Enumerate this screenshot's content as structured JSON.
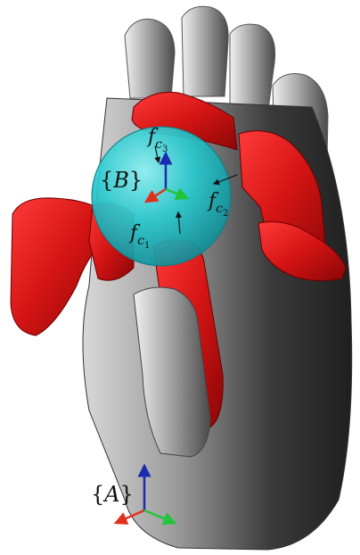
{
  "frames": {
    "object": {
      "label_open": "{",
      "symbol": "B",
      "label_close": "}"
    },
    "base": {
      "label_open": "{",
      "symbol": "A",
      "label_close": "}"
    }
  },
  "forces": {
    "c1": {
      "symbol": "f",
      "sub": "c",
      "subsub": "1"
    },
    "c2": {
      "symbol": "f",
      "sub": "c",
      "subsub": "2"
    },
    "c3": {
      "symbol": "f",
      "sub": "c",
      "subsub": "3"
    }
  },
  "colors": {
    "palm": "#8a8a8a",
    "finger_red": "#d41414",
    "sphere": "#1fc9cf",
    "axis_x": "#e0301c",
    "axis_y": "#22c43a",
    "axis_z": "#1a2bb0"
  }
}
